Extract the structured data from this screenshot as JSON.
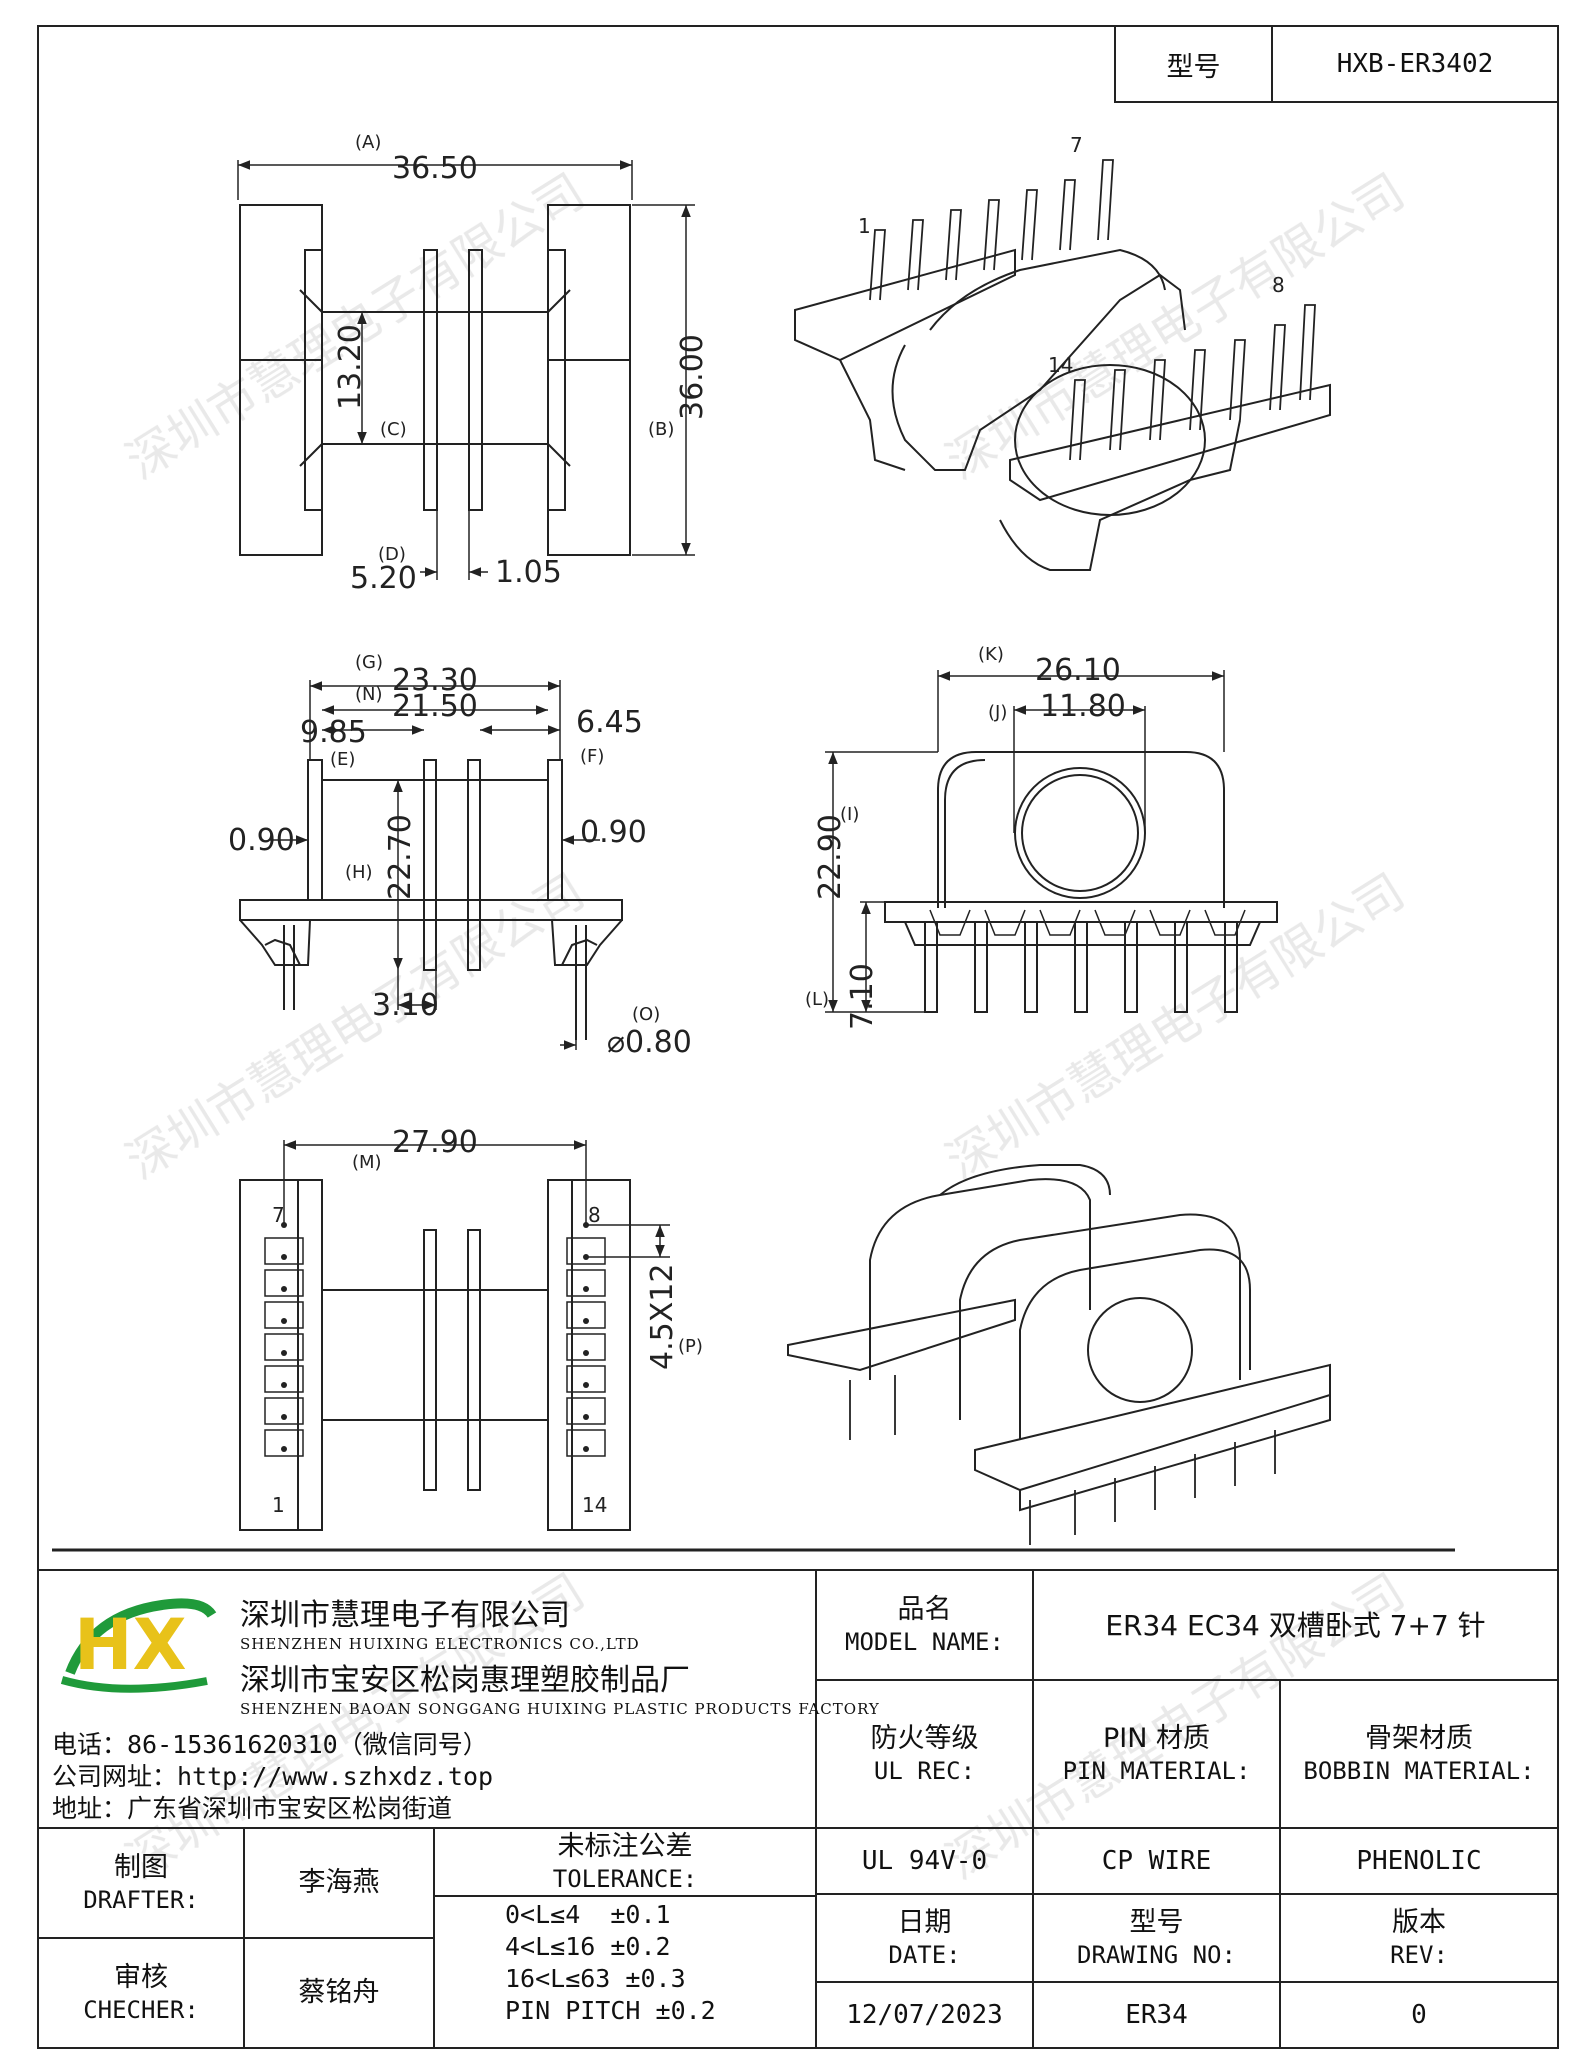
{
  "header": {
    "model_label": "型号",
    "model_value": "HXB-ER3402"
  },
  "drawing": {
    "top_view": {
      "dims": [
        "(A)",
        "36.50",
        "13.20",
        "(C)",
        "36.00",
        "(B)",
        "(D)",
        "5.20",
        "1.05"
      ]
    },
    "iso_top": {
      "pins": [
        "7",
        "1",
        "8",
        "14"
      ]
    },
    "front_view": {
      "dims": [
        "(G)",
        "23.30",
        "(N)",
        "21.50",
        "9.85",
        "6.45",
        "(E)",
        "(F)",
        "0.90",
        "0.90",
        "22.70",
        "(H)",
        "3.10",
        "(O)",
        "⌀0.80"
      ]
    },
    "side_view": {
      "dims": [
        "(K)",
        "26.10",
        "(J)",
        "11.80",
        "22.90",
        "(I)",
        "(L)",
        "7.10"
      ]
    },
    "bottom_view": {
      "dims": [
        "27.90",
        "(M)",
        "4.5X12",
        "(P)"
      ],
      "pins": [
        "7",
        "8",
        "1",
        "14"
      ]
    }
  },
  "watermark": "深圳市慧理电子有限公司",
  "company": {
    "name_1": "深圳市慧理电子有限公司",
    "name_1_en": "SHENZHEN HUIXING ELECTRONICS CO.,LTD",
    "name_2": "深圳市宝安区松岗惠理塑胶制品厂",
    "name_2_en": "SHENZHEN BAOAN SONGGANG HUIXING PLASTIC PRODUCTS FACTORY",
    "phone": "电话：86-15361620310（微信同号）",
    "website": "公司网址：http://www.szhxdz.top",
    "address": "地址：广东省深圳市宝安区松岗街道",
    "logo_text": "HX",
    "colors": {
      "green": "#1f9a3a",
      "yellow": "#e8c21a"
    }
  },
  "title_block": {
    "model_name_zh": "品名",
    "model_name_en": "MODEL NAME:",
    "model_name_value": "ER34 EC34 双槽卧式 7+7 针",
    "fire_zh": "防火等级",
    "fire_en": "UL REC:",
    "pin_zh": "PIN 材质",
    "pin_en": "PIN MATERIAL:",
    "bobbin_zh": "骨架材质",
    "bobbin_en": "BOBBIN MATERIAL:",
    "fire_value": "UL 94V-0",
    "pin_value": "CP WIRE",
    "bobbin_value": "PHENOLIC",
    "drafter_zh": "制图",
    "drafter_en": "DRAFTER:",
    "drafter_value": "李海燕",
    "checker_zh": "审核",
    "checker_en": "CHECHER:",
    "checker_value": "蔡铭舟",
    "tolerance_zh": "未标注公差",
    "tolerance_en": "TOLERANCE:",
    "tolerance_lines": [
      "0<L≤4  ±0.1",
      "4<L≤16 ±0.2",
      "16<L≤63 ±0.3",
      "PIN PITCH ±0.2"
    ],
    "date_zh": "日期",
    "date_en": "DATE:",
    "date_value": "12/07/2023",
    "drawing_no_zh": "型号",
    "drawing_no_en": "DRAWING NO:",
    "drawing_no_value": "ER34",
    "rev_zh": "版本",
    "rev_en": "REV:",
    "rev_value": "0"
  }
}
